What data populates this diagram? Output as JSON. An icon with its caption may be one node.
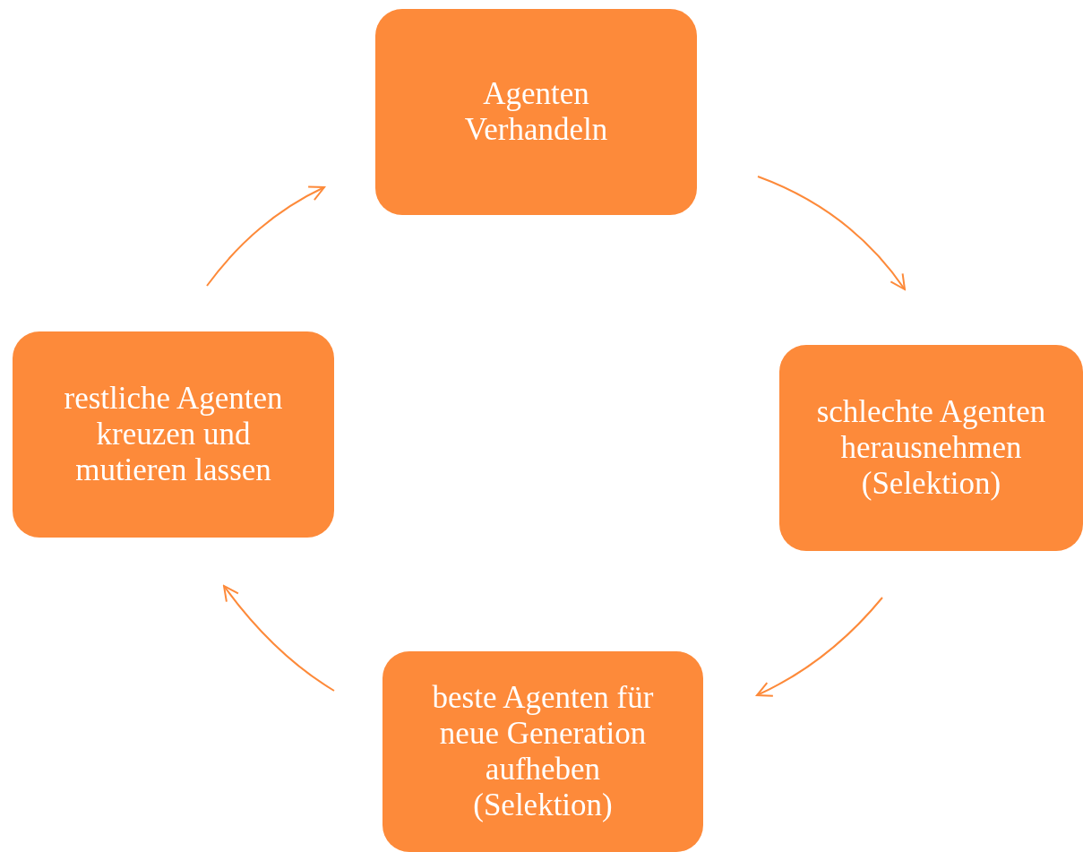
{
  "diagram": {
    "nodes": [
      {
        "text": [
          "Agenten Verhandeln"
        ]
      },
      {
        "text": [
          "schlechte Agenten herausnehmen (Selektion)"
        ]
      },
      {
        "text": [
          "beste Agenten für neue Generation aufheben (Selektion)"
        ]
      },
      {
        "text": [
          "restliche Agenten kreuzen und mutieren lassen"
        ]
      }
    ],
    "edges": [
      {
        "from": 0,
        "to": 1,
        "arrow": "to"
      },
      {
        "from": 1,
        "to": 2,
        "arrow": "to"
      },
      {
        "from": 2,
        "to": 3,
        "arrow": "to"
      },
      {
        "from": 3,
        "to": 0,
        "arrow": "to"
      }
    ]
  }
}
